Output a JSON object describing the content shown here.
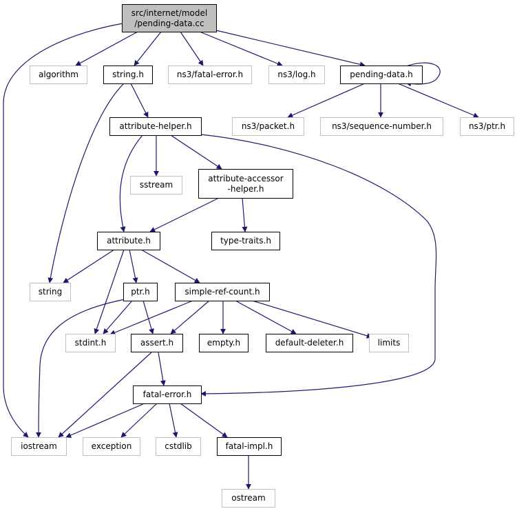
{
  "colors": {
    "edge": "#191970",
    "root_fill": "#bfbfbf",
    "external_border": "#bfbfbf",
    "local_border": "#000000"
  },
  "nodes": {
    "root": {
      "line1": "src/internet/model",
      "line2": "/pending-data.cc"
    },
    "algorithm": "algorithm",
    "string_h": "string.h",
    "ns3_fatal_error_h": "ns3/fatal-error.h",
    "ns3_log_h": "ns3/log.h",
    "pending_data_h": "pending-data.h",
    "ns3_packet_h": "ns3/packet.h",
    "ns3_sequence_number_h": "ns3/sequence-number.h",
    "ns3_ptr_h": "ns3/ptr.h",
    "attribute_helper_h": "attribute-helper.h",
    "sstream": "sstream",
    "attribute_accessor_helper_h": {
      "line1": "attribute-accessor",
      "line2": "-helper.h"
    },
    "attribute_h": "attribute.h",
    "type_traits_h": "type-traits.h",
    "string": "string",
    "ptr_h": "ptr.h",
    "simple_ref_count_h": "simple-ref-count.h",
    "stdint_h": "stdint.h",
    "assert_h": "assert.h",
    "empty_h": "empty.h",
    "default_deleter_h": "default-deleter.h",
    "limits": "limits",
    "fatal_error_h": "fatal-error.h",
    "iostream": "iostream",
    "exception": "exception",
    "cstdlib": "cstdlib",
    "fatal_impl_h": "fatal-impl.h",
    "ostream": "ostream"
  }
}
